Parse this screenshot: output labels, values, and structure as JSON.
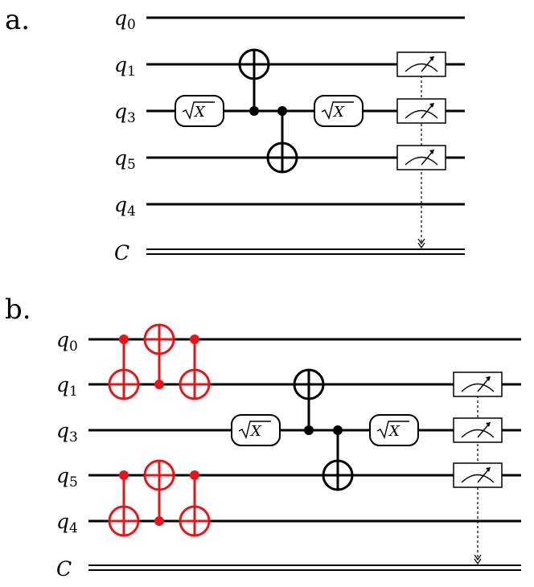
{
  "panels": [
    {
      "label": "a.",
      "qubits": [
        {
          "name": "q",
          "sub": "0"
        },
        {
          "name": "q",
          "sub": "1"
        },
        {
          "name": "q",
          "sub": "3"
        },
        {
          "name": "q",
          "sub": "5"
        },
        {
          "name": "q",
          "sub": "4"
        }
      ],
      "classical": "C",
      "gates": [
        {
          "type": "sqrtx",
          "label": "√X",
          "wire": 2
        },
        {
          "type": "cnot",
          "control": 2,
          "target": 1,
          "color": "#000000"
        },
        {
          "type": "cnot",
          "control": 2,
          "target": 3,
          "color": "#000000"
        },
        {
          "type": "sqrtx",
          "label": "√X",
          "wire": 2
        },
        {
          "type": "measure",
          "wires": [
            1,
            2,
            3
          ]
        }
      ]
    },
    {
      "label": "b.",
      "qubits": [
        {
          "name": "q",
          "sub": "0"
        },
        {
          "name": "q",
          "sub": "1"
        },
        {
          "name": "q",
          "sub": "3"
        },
        {
          "name": "q",
          "sub": "5"
        },
        {
          "name": "q",
          "sub": "4"
        }
      ],
      "classical": "C",
      "gates": [
        {
          "type": "cnot",
          "control": 0,
          "target": 1,
          "color": "#e8141a"
        },
        {
          "type": "cnot",
          "control": 1,
          "target": 0,
          "color": "#e8141a"
        },
        {
          "type": "cnot",
          "control": 0,
          "target": 1,
          "color": "#e8141a"
        },
        {
          "type": "cnot",
          "control": 3,
          "target": 4,
          "color": "#e8141a"
        },
        {
          "type": "cnot",
          "control": 4,
          "target": 3,
          "color": "#e8141a"
        },
        {
          "type": "cnot",
          "control": 3,
          "target": 4,
          "color": "#e8141a"
        },
        {
          "type": "sqrtx",
          "label": "√X",
          "wire": 2
        },
        {
          "type": "cnot",
          "control": 2,
          "target": 1,
          "color": "#000000"
        },
        {
          "type": "cnot",
          "control": 2,
          "target": 3,
          "color": "#000000"
        },
        {
          "type": "sqrtx",
          "label": "√X",
          "wire": 2
        },
        {
          "type": "measure",
          "wires": [
            1,
            2,
            3
          ]
        }
      ]
    }
  ]
}
